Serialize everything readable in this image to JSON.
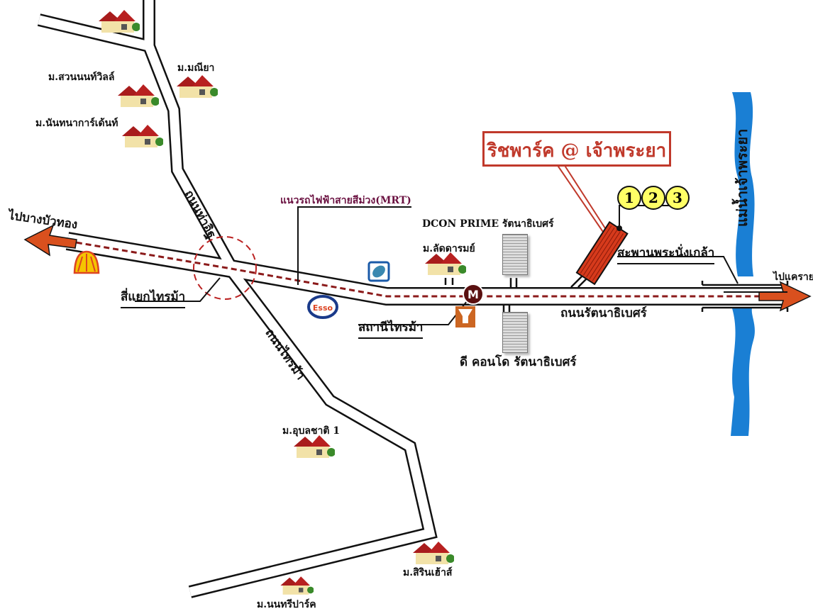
{
  "project": {
    "name": "ริชพาร์ค @ เจ้าพระยา",
    "buildings": [
      "1",
      "2",
      "3"
    ],
    "color": "#d63a1c"
  },
  "roads": {
    "tha_it": "ถนนท่าอิฐ",
    "sai_ma": "ถนนไทรม้า",
    "rattanathibet": "ถนนรัตนาธิเบศร์"
  },
  "directions": {
    "west": "ไปบางบัวทอง",
    "east": "ไปแคราย"
  },
  "landmarks": {
    "intersection": "สี่แยกไทรม้า",
    "mrt_line": "แนวรถไฟฟ้าสายสีม่วง(MRT)",
    "station": "สถานีไทรม้า",
    "station_symbol": "M",
    "dcon": "DCON PRIME รัตนาธิเบศร์",
    "dcondo": "ดี คอนโด รัตนาธิเบศร์",
    "bridge": "สะพานพระนั่งเกล้า",
    "river": "แม่น้ำเจ้าพระยา",
    "esso": "Esso"
  },
  "villages": {
    "maneeya": "ม.มณียา",
    "suan_nonthaville": "ม.สวนนนท์วิลล์",
    "nantana_garden": "ม.นันทนาการ์เด้นท์",
    "ladda": "ม.ลัดดารมย์",
    "ubonchat": "ม.อุบลชาติ 1",
    "sirin": "ม.สิรินเฮ้าส์",
    "nonthree": "ม.นนทรีปาร์ค"
  },
  "colors": {
    "river": "#1a7fd4",
    "mrt": "#8b1a1a",
    "arrow": "#d9501e",
    "callout": "#c0392b",
    "badge": "#ffff66"
  }
}
